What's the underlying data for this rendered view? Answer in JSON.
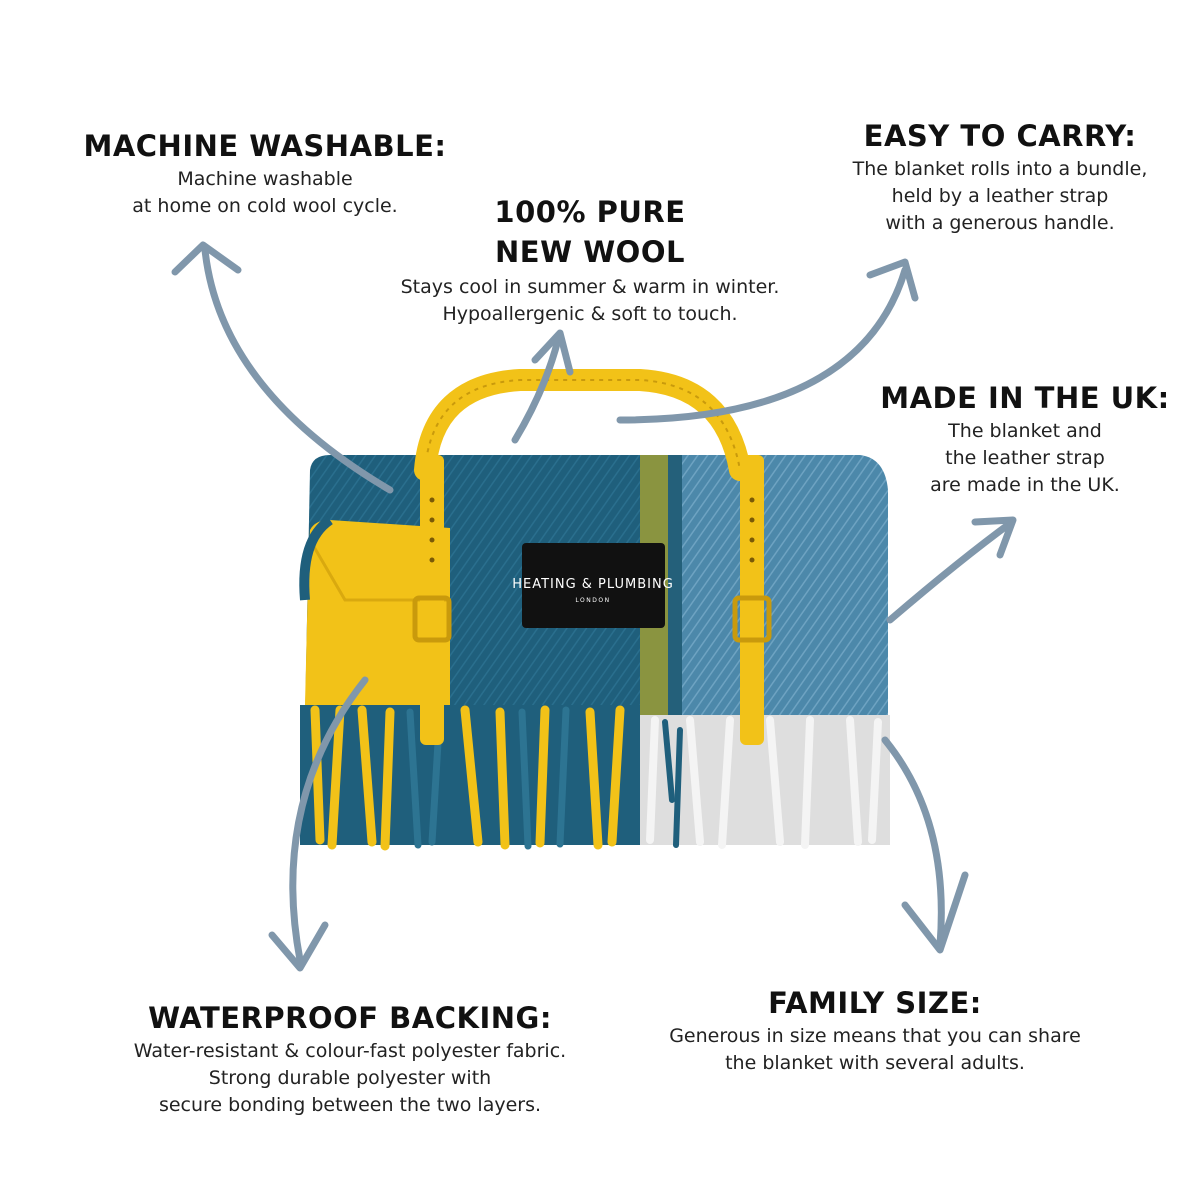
{
  "features": {
    "machine_washable": {
      "title": "MACHINE WASHABLE:",
      "lines": [
        "Machine washable",
        "at home on cold wool cycle."
      ]
    },
    "pure_wool": {
      "title_lines": [
        "100% PURE",
        "NEW WOOL"
      ],
      "lines": [
        "Stays cool in summer & warm in winter.",
        "Hypoallergenic & soft to touch."
      ]
    },
    "easy_carry": {
      "title": "EASY TO CARRY:",
      "lines": [
        "The blanket rolls into a bundle,",
        "held by a leather strap",
        "with a generous handle."
      ]
    },
    "made_uk": {
      "title": "MADE IN THE UK:",
      "lines": [
        "The blanket and",
        "the leather strap",
        "are made in the UK."
      ]
    },
    "waterproof": {
      "title": "WATERPROOF BACKING:",
      "lines": [
        "Water-resistant & colour-fast polyester fabric.",
        "Strong durable polyester with",
        "secure bonding between the two layers."
      ]
    },
    "family_size": {
      "title": "FAMILY SIZE:",
      "lines": [
        "Generous in size means that you can share",
        "the blanket with several adults."
      ]
    }
  },
  "product": {
    "brand_label": "HEATING & PLUMBING",
    "brand_sub": "LONDON",
    "colors": {
      "teal": "#1f5f7c",
      "light_blue": "#4f8aac",
      "yellow": "#f2c218",
      "fringe_white": "#e4e4e4",
      "label_black": "#111111",
      "arrow": "#8097ab"
    }
  }
}
